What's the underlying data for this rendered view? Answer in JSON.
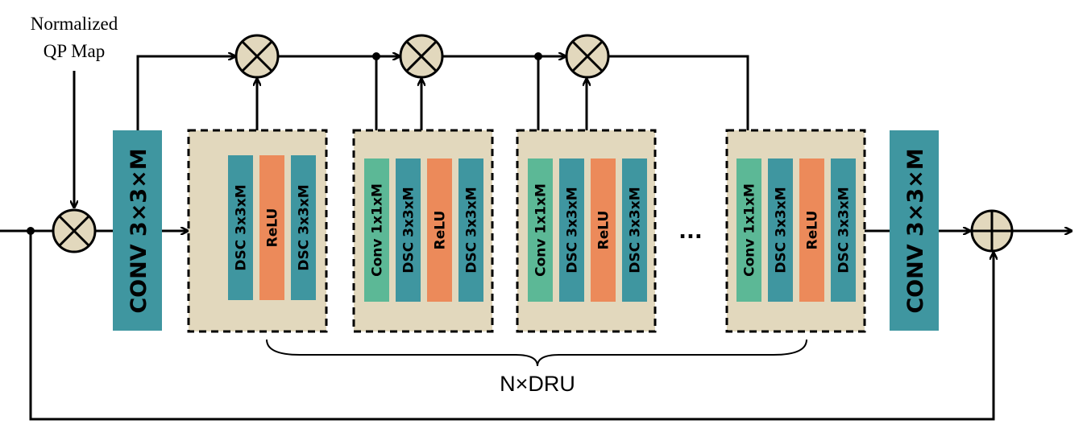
{
  "input_label": [
    "Normalized",
    "QP Map"
  ],
  "conv_labels": {
    "first": "CONV 3×3×M",
    "last": "CONV 3×3×M"
  },
  "dru_first": [
    "DSC 3x3xM",
    "ReLU",
    "DSC 3x3xM"
  ],
  "dru_generic": [
    "Conv 1x1xM",
    "DSC 3x3xM",
    "ReLU",
    "DSC 3x3xM"
  ],
  "ellipsis": "...",
  "brace_label": "N×DRU"
}
